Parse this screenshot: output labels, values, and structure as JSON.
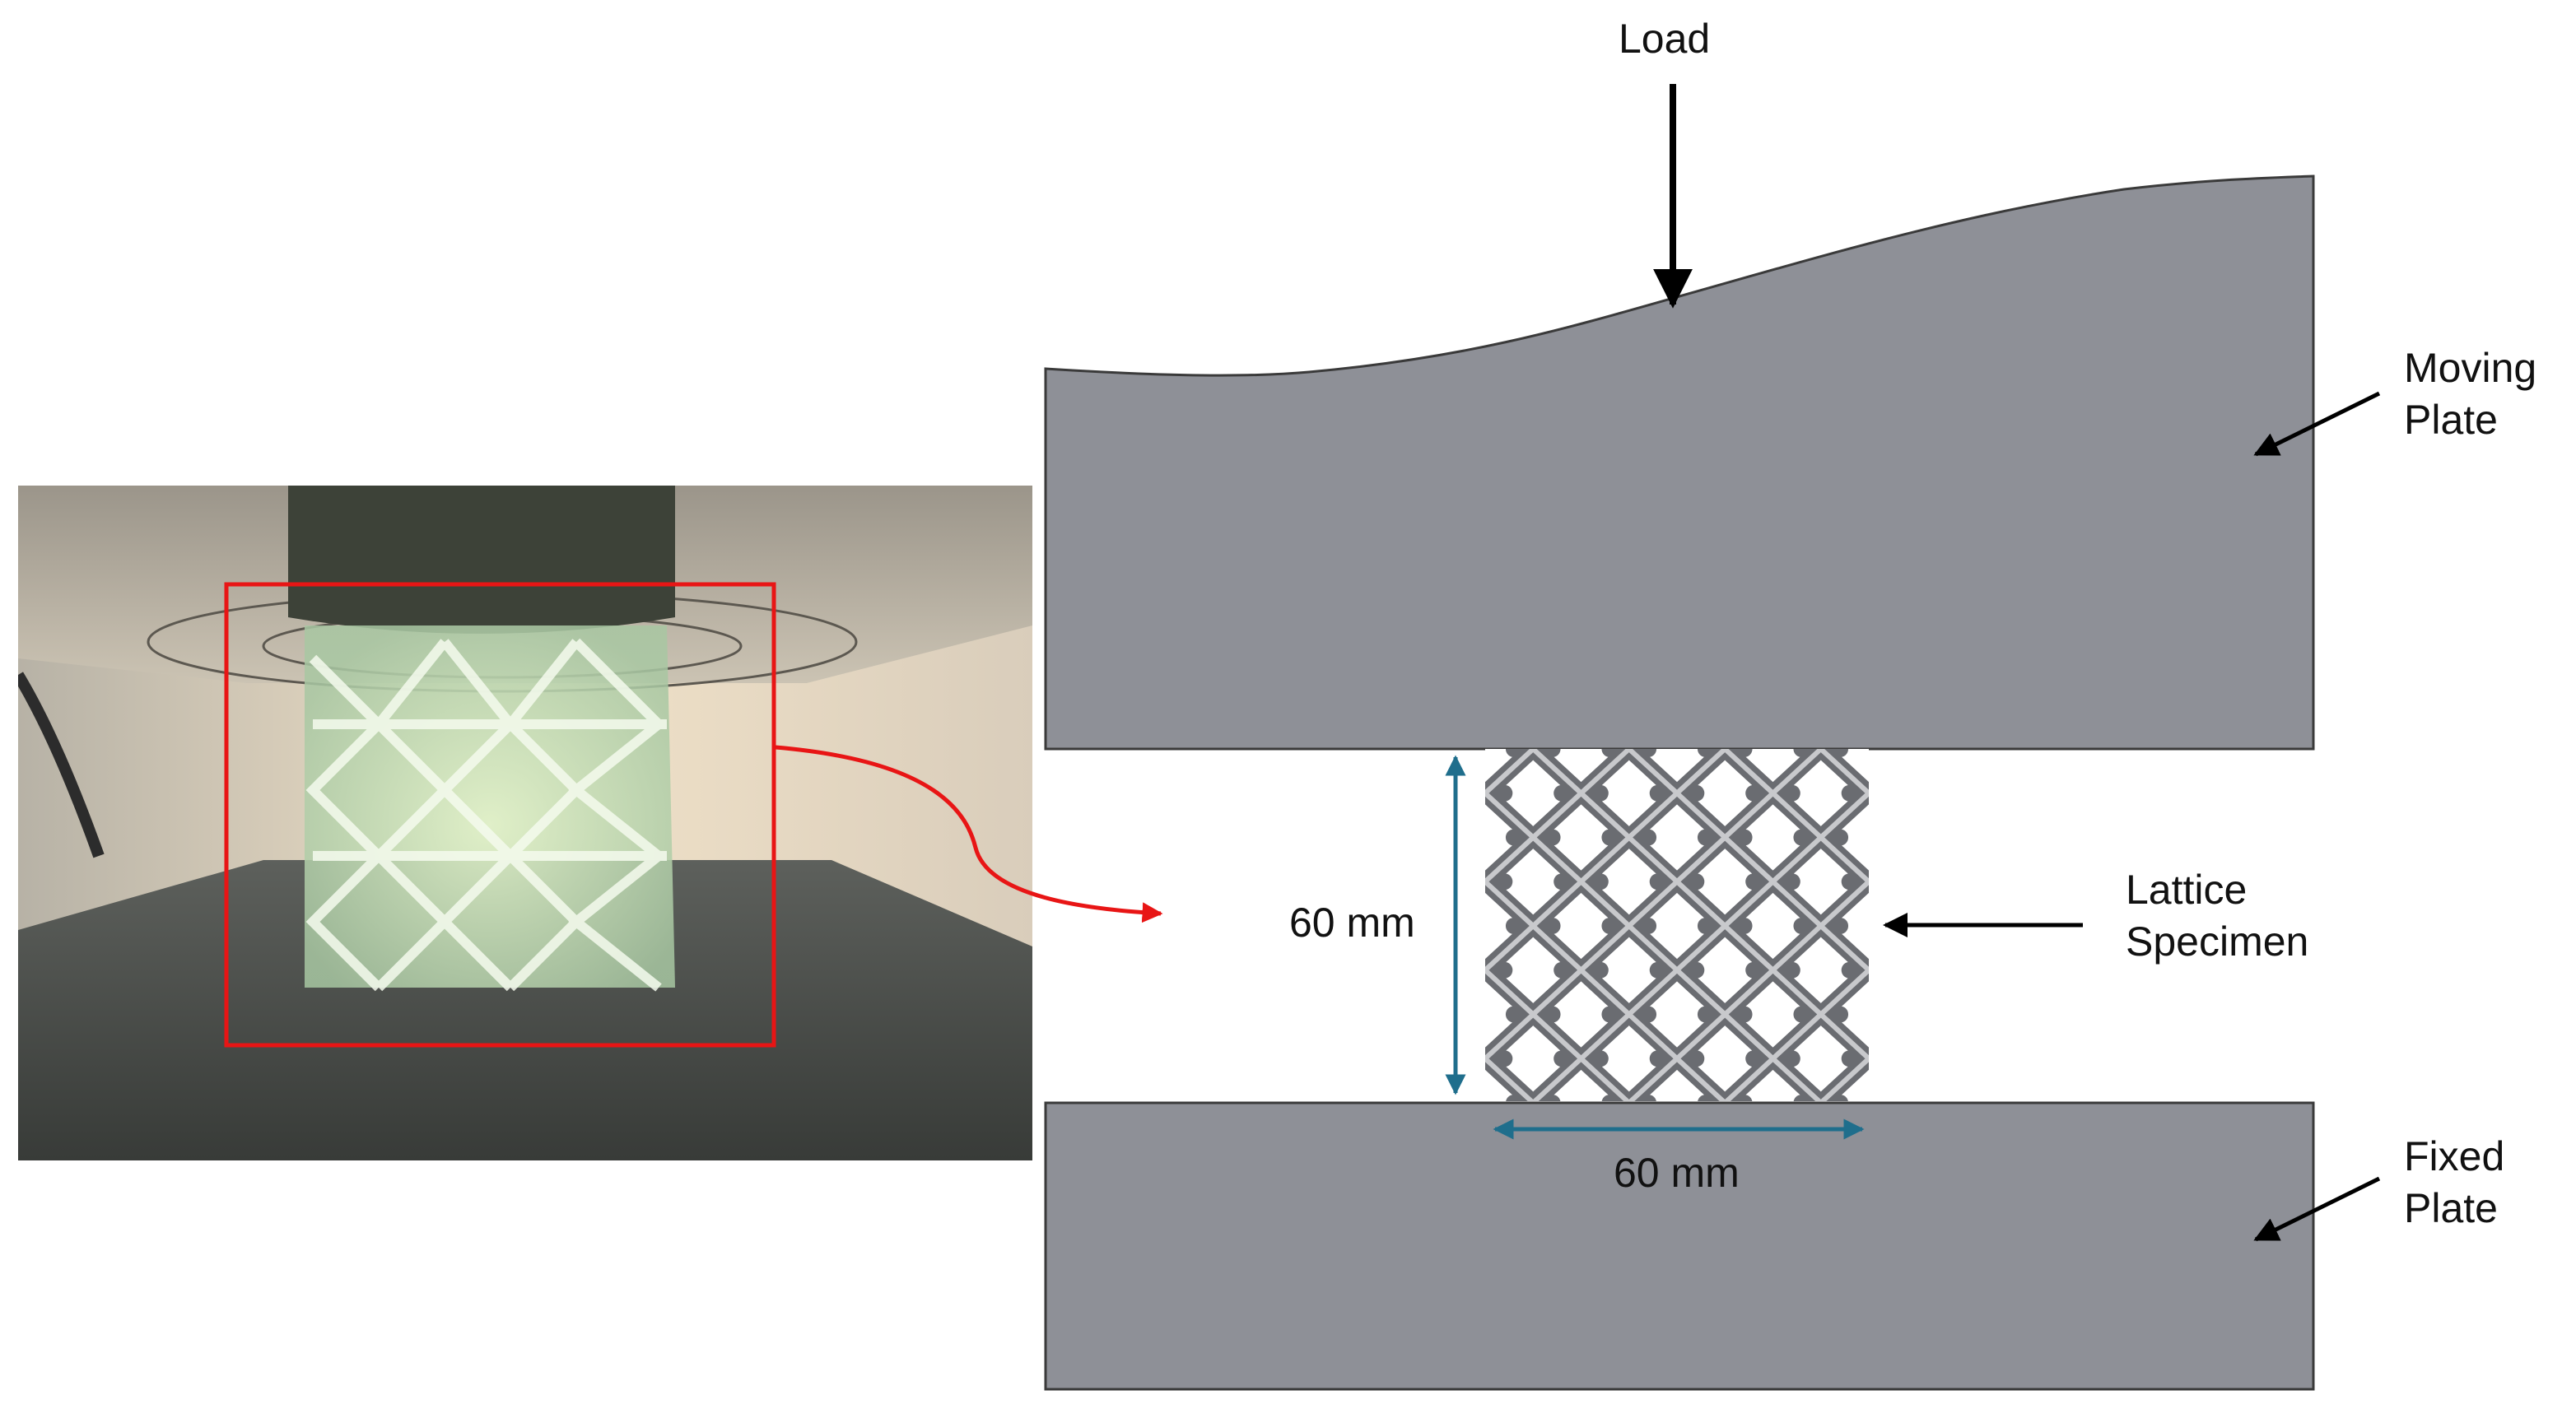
{
  "labels": {
    "load": "Load",
    "moving_plate": "Moving\nPlate",
    "fixed_plate": "Fixed\nPlate",
    "lattice_specimen": "Lattice\nSpecimen",
    "height_dim": "60 mm",
    "width_dim": "60 mm"
  },
  "colors": {
    "plate_fill": "#8e9097",
    "plate_stroke": "#3a3a3a",
    "dimension_arrow": "#1f6e8c",
    "callout_arrow": "#000000",
    "highlight_box": "#e81515",
    "strut": "#6f7176",
    "strut_highlight": "#c9cacd"
  },
  "photo": {
    "description_icon": "photo-of-compression-test"
  }
}
